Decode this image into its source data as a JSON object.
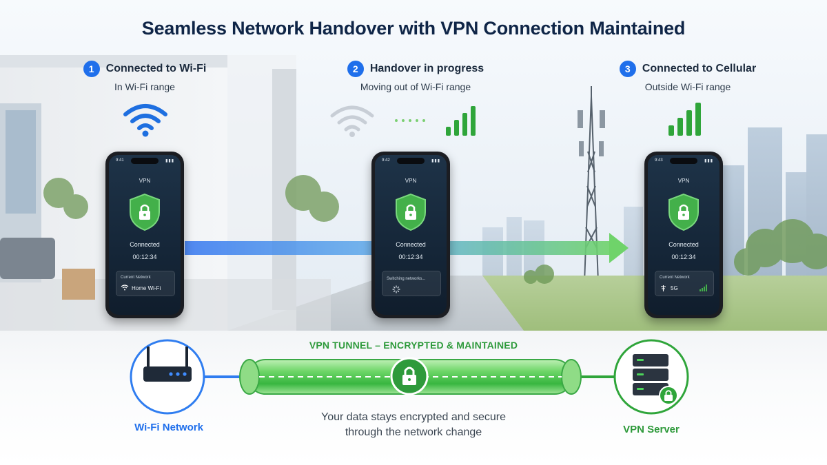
{
  "title": "Seamless Network Handover with VPN Connection Maintained",
  "steps": [
    {
      "number": "1",
      "title": "Connected to Wi-Fi",
      "subtitle": "In Wi-Fi range"
    },
    {
      "number": "2",
      "title": "Handover in progress",
      "subtitle": "Moving out of Wi-Fi range"
    },
    {
      "number": "3",
      "title": "Connected to Cellular",
      "subtitle": "Outside Wi-Fi range"
    }
  ],
  "phones": [
    {
      "time": "9:41",
      "app_label": "VPN",
      "status": "Connected",
      "timer": "00:12:34",
      "card_caption": "Current Network",
      "card_value": "Home Wi-Fi"
    },
    {
      "time": "9:42",
      "app_label": "VPN",
      "status": "Connected",
      "timer": "00:12:34",
      "card_value": "Switching networks..."
    },
    {
      "time": "9:43",
      "app_label": "VPN",
      "status": "Connected",
      "timer": "00:12:34",
      "card_caption": "Current Network",
      "card_value": "5G"
    }
  ],
  "tunnel": {
    "label": "VPN TUNNEL – ENCRYPTED & MAINTAINED",
    "caption_line1": "Your data stays encrypted and secure",
    "caption_line2": "through the network change"
  },
  "endpoints": {
    "left_label": "Wi-Fi Network",
    "right_label": "VPN Server"
  },
  "colors": {
    "accent_blue": "#1f6feb",
    "accent_green": "#34a853",
    "title_navy": "#0f2547",
    "wifi_blue": "#1e6fe0"
  },
  "icons": {
    "step_badge": "number-circle",
    "wifi": "wifi-icon",
    "cellular": "signal-bars-icon",
    "lock": "lock-icon",
    "shield": "shield-lock-icon",
    "router": "router-icon",
    "server": "server-icon",
    "tower": "cell-tower-icon"
  }
}
